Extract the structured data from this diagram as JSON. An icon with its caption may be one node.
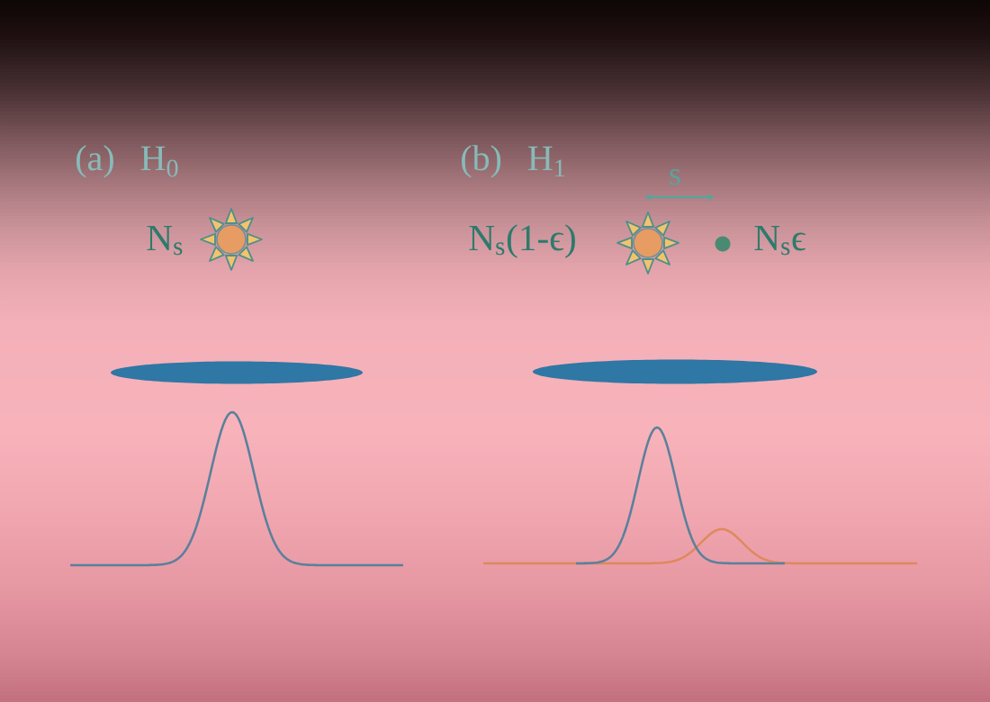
{
  "diagram": {
    "nodes": [
      {
        "text": [],
        "shape": "ellipse"
      },
      {
        "text": [],
        "shape": "ellipse"
      }
    ],
    "labels": [
      "(a) H$_{0}$",
      "(b) H$_{1}$",
      "s",
      "N$_{s}$",
      "N$_{s}$(1-ϵ)",
      "N$_{s}$ϵ"
    ]
  }
}
